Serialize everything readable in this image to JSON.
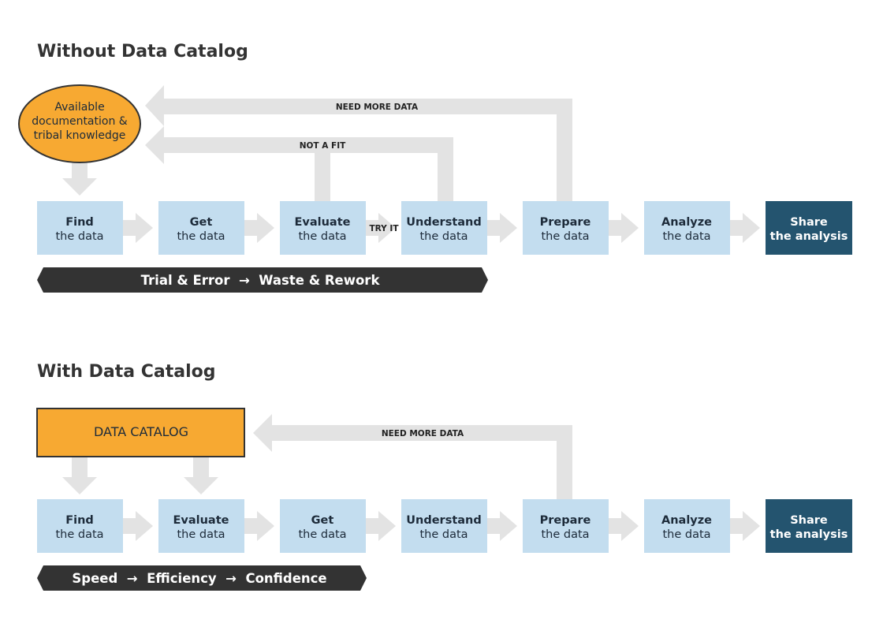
{
  "colors": {
    "step_fill": "#c3ddef",
    "final_step_fill": "#24546f",
    "source_fill": "#f7a932",
    "source_stroke": "#333333",
    "connector_gray": "#e3e3e3",
    "banner_fill": "#333333"
  },
  "without": {
    "title": "Without Data Catalog",
    "source_lines": [
      "Available",
      "documentation &",
      "tribal knowledge"
    ],
    "steps": [
      {
        "main": "Find",
        "sub": "the data"
      },
      {
        "main": "Get",
        "sub": "the data"
      },
      {
        "main": "Evaluate",
        "sub": "the data"
      },
      {
        "main": "Understand",
        "sub": "the data"
      },
      {
        "main": "Prepare",
        "sub": "the data"
      },
      {
        "main": "Analyze",
        "sub": "the data"
      },
      {
        "main": "Share",
        "sub": "the analysis"
      }
    ],
    "try_it_label": "TRY IT",
    "need_more_data_label": "NEED MORE DATA",
    "not_a_fit_label": "NOT A FIT",
    "banner": "Trial & Error  →  Waste & Rework"
  },
  "with": {
    "title": "With Data Catalog",
    "catalog_label": "DATA CATALOG",
    "steps": [
      {
        "main": "Find",
        "sub": "the data"
      },
      {
        "main": "Evaluate",
        "sub": "the data"
      },
      {
        "main": "Get",
        "sub": "the data"
      },
      {
        "main": "Understand",
        "sub": "the data"
      },
      {
        "main": "Prepare",
        "sub": "the data"
      },
      {
        "main": "Analyze",
        "sub": "the data"
      },
      {
        "main": "Share",
        "sub": "the analysis"
      }
    ],
    "need_more_data_label": "NEED MORE DATA",
    "banner": "Speed  →  Efficiency  →  Confidence"
  }
}
